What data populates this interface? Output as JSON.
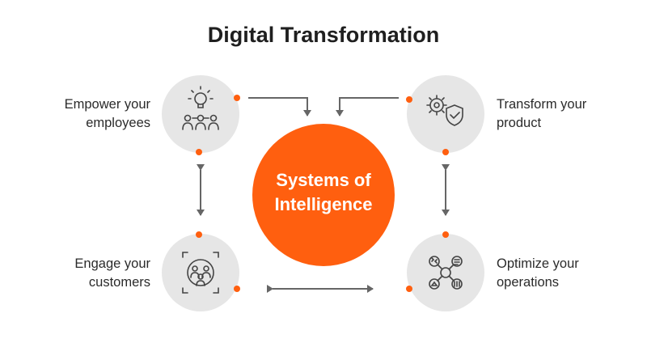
{
  "title": "Digital Transformation",
  "center": {
    "line1": "Systems of",
    "line2": "Intelligence"
  },
  "quadrants": {
    "top_left": {
      "line1": "Empower your",
      "line2": "employees",
      "icon": "lightbulb-team-icon"
    },
    "top_right": {
      "line1": "Transform your",
      "line2": "product",
      "icon": "gear-shield-icon"
    },
    "bottom_left": {
      "line1": "Engage your",
      "line2": "customers",
      "icon": "customer-focus-icon"
    },
    "bottom_right": {
      "line1": "Optimize your",
      "line2": "operations",
      "icon": "operations-network-icon"
    }
  },
  "colors": {
    "accent": "#ff5f0f",
    "node_fill": "#e6e6e6",
    "arrow": "#666666",
    "text": "#2b2b2b"
  }
}
